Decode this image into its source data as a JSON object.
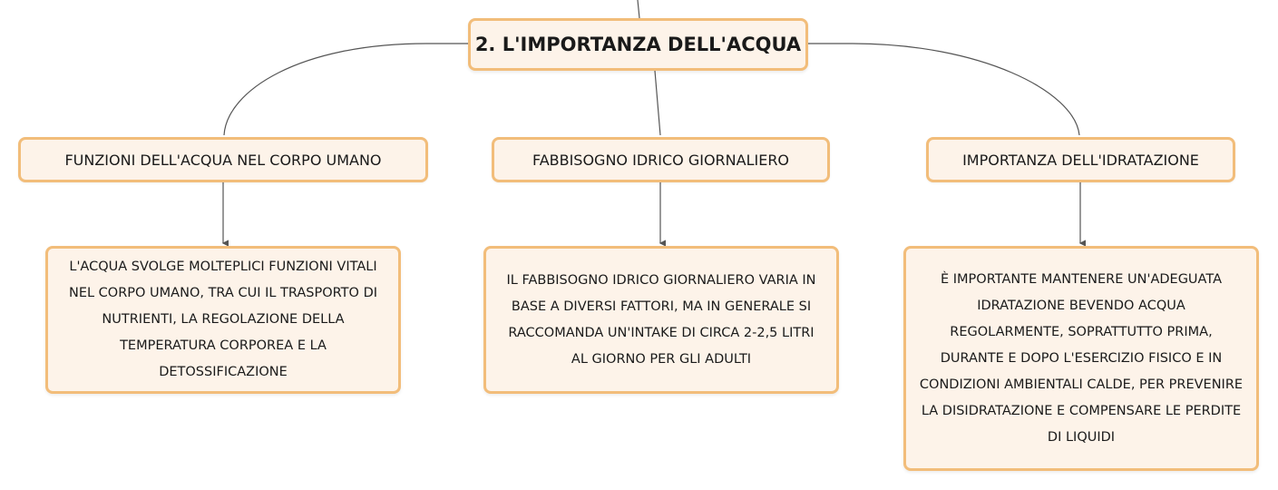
{
  "diagram": {
    "central": {
      "label": "2. L'IMPORTANZA DELL'ACQUA"
    },
    "topics": [
      {
        "label": "FUNZIONI DELL'ACQUA NEL CORPO UMANO",
        "detail": "L'ACQUA SVOLGE MOLTEPLICI FUNZIONI VITALI NEL CORPO UMANO, TRA CUI IL TRASPORTO DI NUTRIENTI, LA REGOLAZIONE DELLA TEMPERATURA CORPOREA E LA DETOSSIFICAZIONE"
      },
      {
        "label": "FABBISOGNO IDRICO GIORNALIERO",
        "detail": "IL FABBISOGNO IDRICO GIORNALIERO VARIA IN BASE A DIVERSI FATTORI, MA IN GENERALE SI RACCOMANDA UN'INTAKE DI CIRCA 2-2,5 LITRI AL GIORNO PER GLI ADULTI"
      },
      {
        "label": "IMPORTANZA DELL'IDRATAZIONE",
        "detail": "È IMPORTANTE MANTENERE UN'ADEGUATA IDRATAZIONE BEVENDO ACQUA REGOLARMENTE, SOPRATTUTTO PRIMA, DURANTE E DOPO L'ESERCIZIO FISICO E IN CONDIZIONI AMBIENTALI CALDE, PER PREVENIRE LA DISIDRATAZIONE E COMPENSARE LE PERDITE DI LIQUIDI"
      }
    ],
    "colors": {
      "node_border": "#f2bd7a",
      "node_fill": "#fdf3e9",
      "connector": "#555555"
    }
  }
}
